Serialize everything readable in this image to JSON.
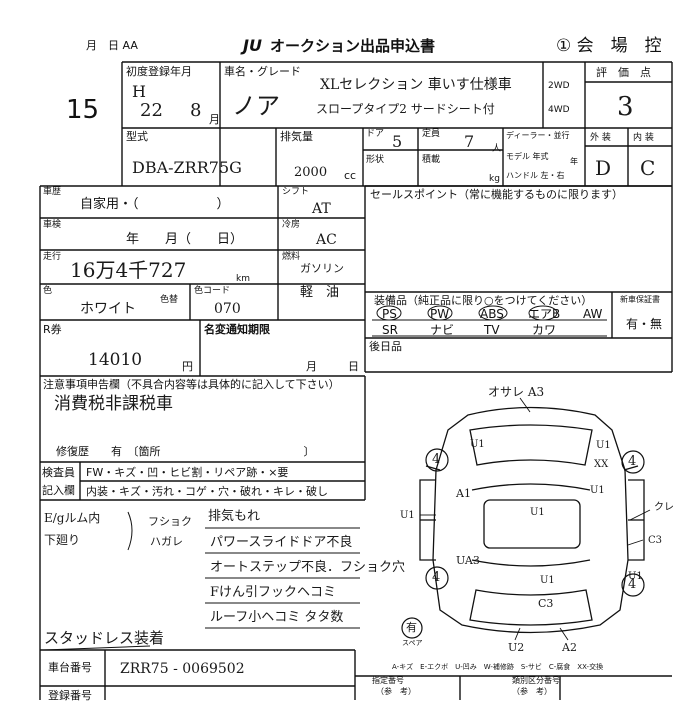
{
  "header": {
    "top_left": "月　日 AA",
    "logo": "JU",
    "title": "オークション出品申込書",
    "venue": "① 会　場　控"
  },
  "lot_number": "15",
  "registration": {
    "first_reg_label": "初度登録年月",
    "era": "H",
    "year": "22",
    "month": "8",
    "month_unit": "月",
    "name_grade_label": "車名・グレード",
    "car_name": "ノア",
    "grade_line1": "XLセレクション 車いす仕様車",
    "grade_line2": "スロープタイプ2 サードシート付",
    "drive_2wd": "2WD",
    "drive_4wd": "4WD",
    "score_label": "評　価　点",
    "score": "3"
  },
  "model_row": {
    "model_label": "型式",
    "model": "DBA-ZRR75G",
    "displacement_label": "排気量",
    "displacement": "2000",
    "cc": "cc",
    "doors_label": "ドア",
    "doors": "5",
    "capacity_label": "定員",
    "capacity": "7",
    "capacity_unit": "人",
    "shape_label": "形状",
    "load_label": "積載",
    "kg": "kg",
    "dealer_label": "ディーラー・並行",
    "model_year_label": "モデル 年式",
    "year_unit": "年",
    "handle_label": "ハンドル 左・右",
    "exterior_label": "外 装",
    "interior_label": "内 装",
    "exterior": "D",
    "interior": "C"
  },
  "specs": {
    "history_label": "車歴",
    "history": "自家用・（　　　　　　）",
    "shift_label": "シフト",
    "shift": "AT",
    "inspection_label": "車検",
    "inspection": "年　　月（　　日）",
    "ac_label": "冷房",
    "ac": "AC",
    "mileage_label": "走行",
    "mileage": "16万4千727",
    "km": "km",
    "fuel_label": "燃料",
    "fuel": "ガソリン",
    "fuel_option": "軽　油",
    "color_label": "色",
    "color": "ホワイト",
    "color_change_label": "色替",
    "color_code_label": "色コード",
    "color_code": "070",
    "sales_point_label": "セールスポイント（常に機能するものに限ります）"
  },
  "tax": {
    "r_label": "R券",
    "amount": "14010",
    "yen": "円",
    "deadline_label": "名変通知期限",
    "month": "月",
    "day": "日"
  },
  "equipment": {
    "label": "装備品（純正品に限り○をつけてください）",
    "items_row1": [
      "PS",
      "PW",
      "ABS",
      "エアB",
      "AW"
    ],
    "items_row2": [
      "SR",
      "ナビ",
      "TV",
      "カワ"
    ],
    "warranty_label": "新車保証書",
    "warranty": "有・無"
  },
  "after_label": "後日品",
  "notes": {
    "label": "注意事項申告欄（不具合内容等は具体的に記入して下さい）",
    "text": "消費税非課税車",
    "repair_label": "修復歴　　有　〔箇所　　　　　　　　　　　　　〕"
  },
  "inspector": {
    "label": "検査員",
    "record_label": "記入欄",
    "row1": "FW・キズ・凹・ヒビ割・リペア跡・×要",
    "row2": "内装・キズ・汚れ・コゲ・穴・破れ・キレ・破し"
  },
  "inspection_notes": {
    "left1": "E/gルム内",
    "left2": "下廻り",
    "left3": "フショク",
    "left4": "ハガレ",
    "right": [
      "排気もれ",
      "パワースライドドア不良",
      "オートステップ不良．フショク穴",
      "Fけん引フックヘコミ",
      "ルーフ小ヘコミ タタ数"
    ],
    "bottom": "スタッドレス装着"
  },
  "diagram_marks": {
    "top": "オサレ A3",
    "fl_tire": "4",
    "fr_tire": "4",
    "rl_tire": "4",
    "rr_tire": "4",
    "u1_a": "U1",
    "u1_b": "U1",
    "u1_c": "U1",
    "u1_d": "U1",
    "u1_e": "U1",
    "u1_left": "U1",
    "u1_right": "U1",
    "xx": "XX",
    "a1": "A1",
    "ua3": "UA3",
    "c3_right": "C3",
    "ku": "クレ",
    "c3_rear": "C3",
    "u2": "U2",
    "a2": "A2",
    "spare": "有",
    "spare_label": "スペア"
  },
  "chassis": {
    "label": "車台番号",
    "value": "ZRR75 - 0069502"
  },
  "legend": "A-キズ　E-エクボ　U-凹み　W-補修跡　S-サビ　C-腐食　XX-交換",
  "footer": {
    "registration_label": "登録番号",
    "ref1": "（参　考）",
    "ref2": "（参　考）",
    "designated_label": "指定番号",
    "category_label": "類別区分番号"
  }
}
